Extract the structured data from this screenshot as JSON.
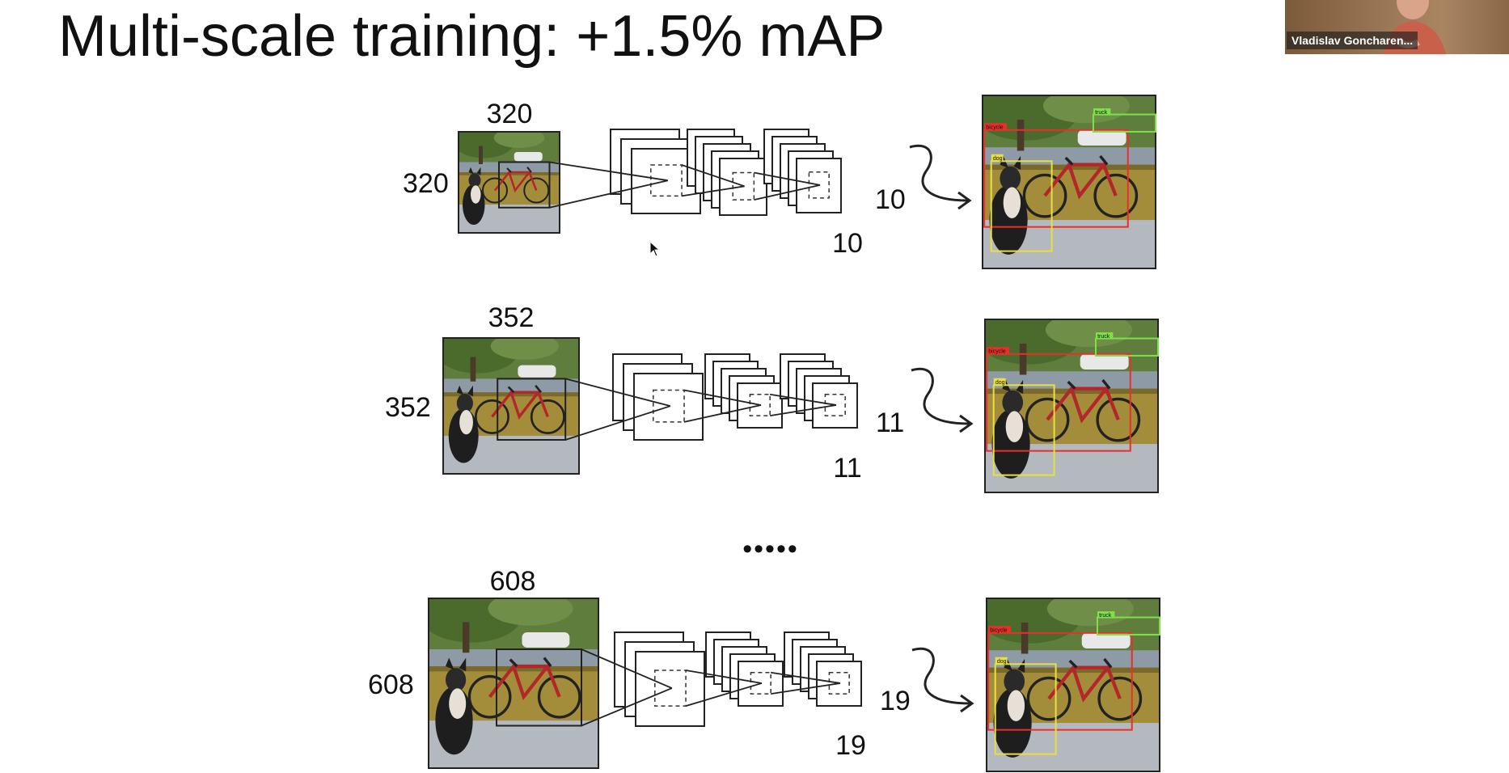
{
  "title": "Multi-scale training: +1.5% mAP",
  "participant": {
    "name": "Vladislav Goncharen..."
  },
  "ellipsis": "•••••",
  "rows": [
    {
      "input_size_top": "320",
      "input_size_left": "320",
      "grid_right": "10",
      "grid_bottom": "10"
    },
    {
      "input_size_top": "352",
      "input_size_left": "352",
      "grid_right": "11",
      "grid_bottom": "11"
    },
    {
      "input_size_top": "608",
      "input_size_left": "608",
      "grid_right": "19",
      "grid_bottom": "19"
    }
  ],
  "detection_labels": {
    "bicycle": "bicycle",
    "truck": "truck",
    "dog": "dog"
  },
  "colors": {
    "bicycle_box": "#e8302a",
    "truck_box": "#7ee04a",
    "dog_box": "#e8e040"
  }
}
